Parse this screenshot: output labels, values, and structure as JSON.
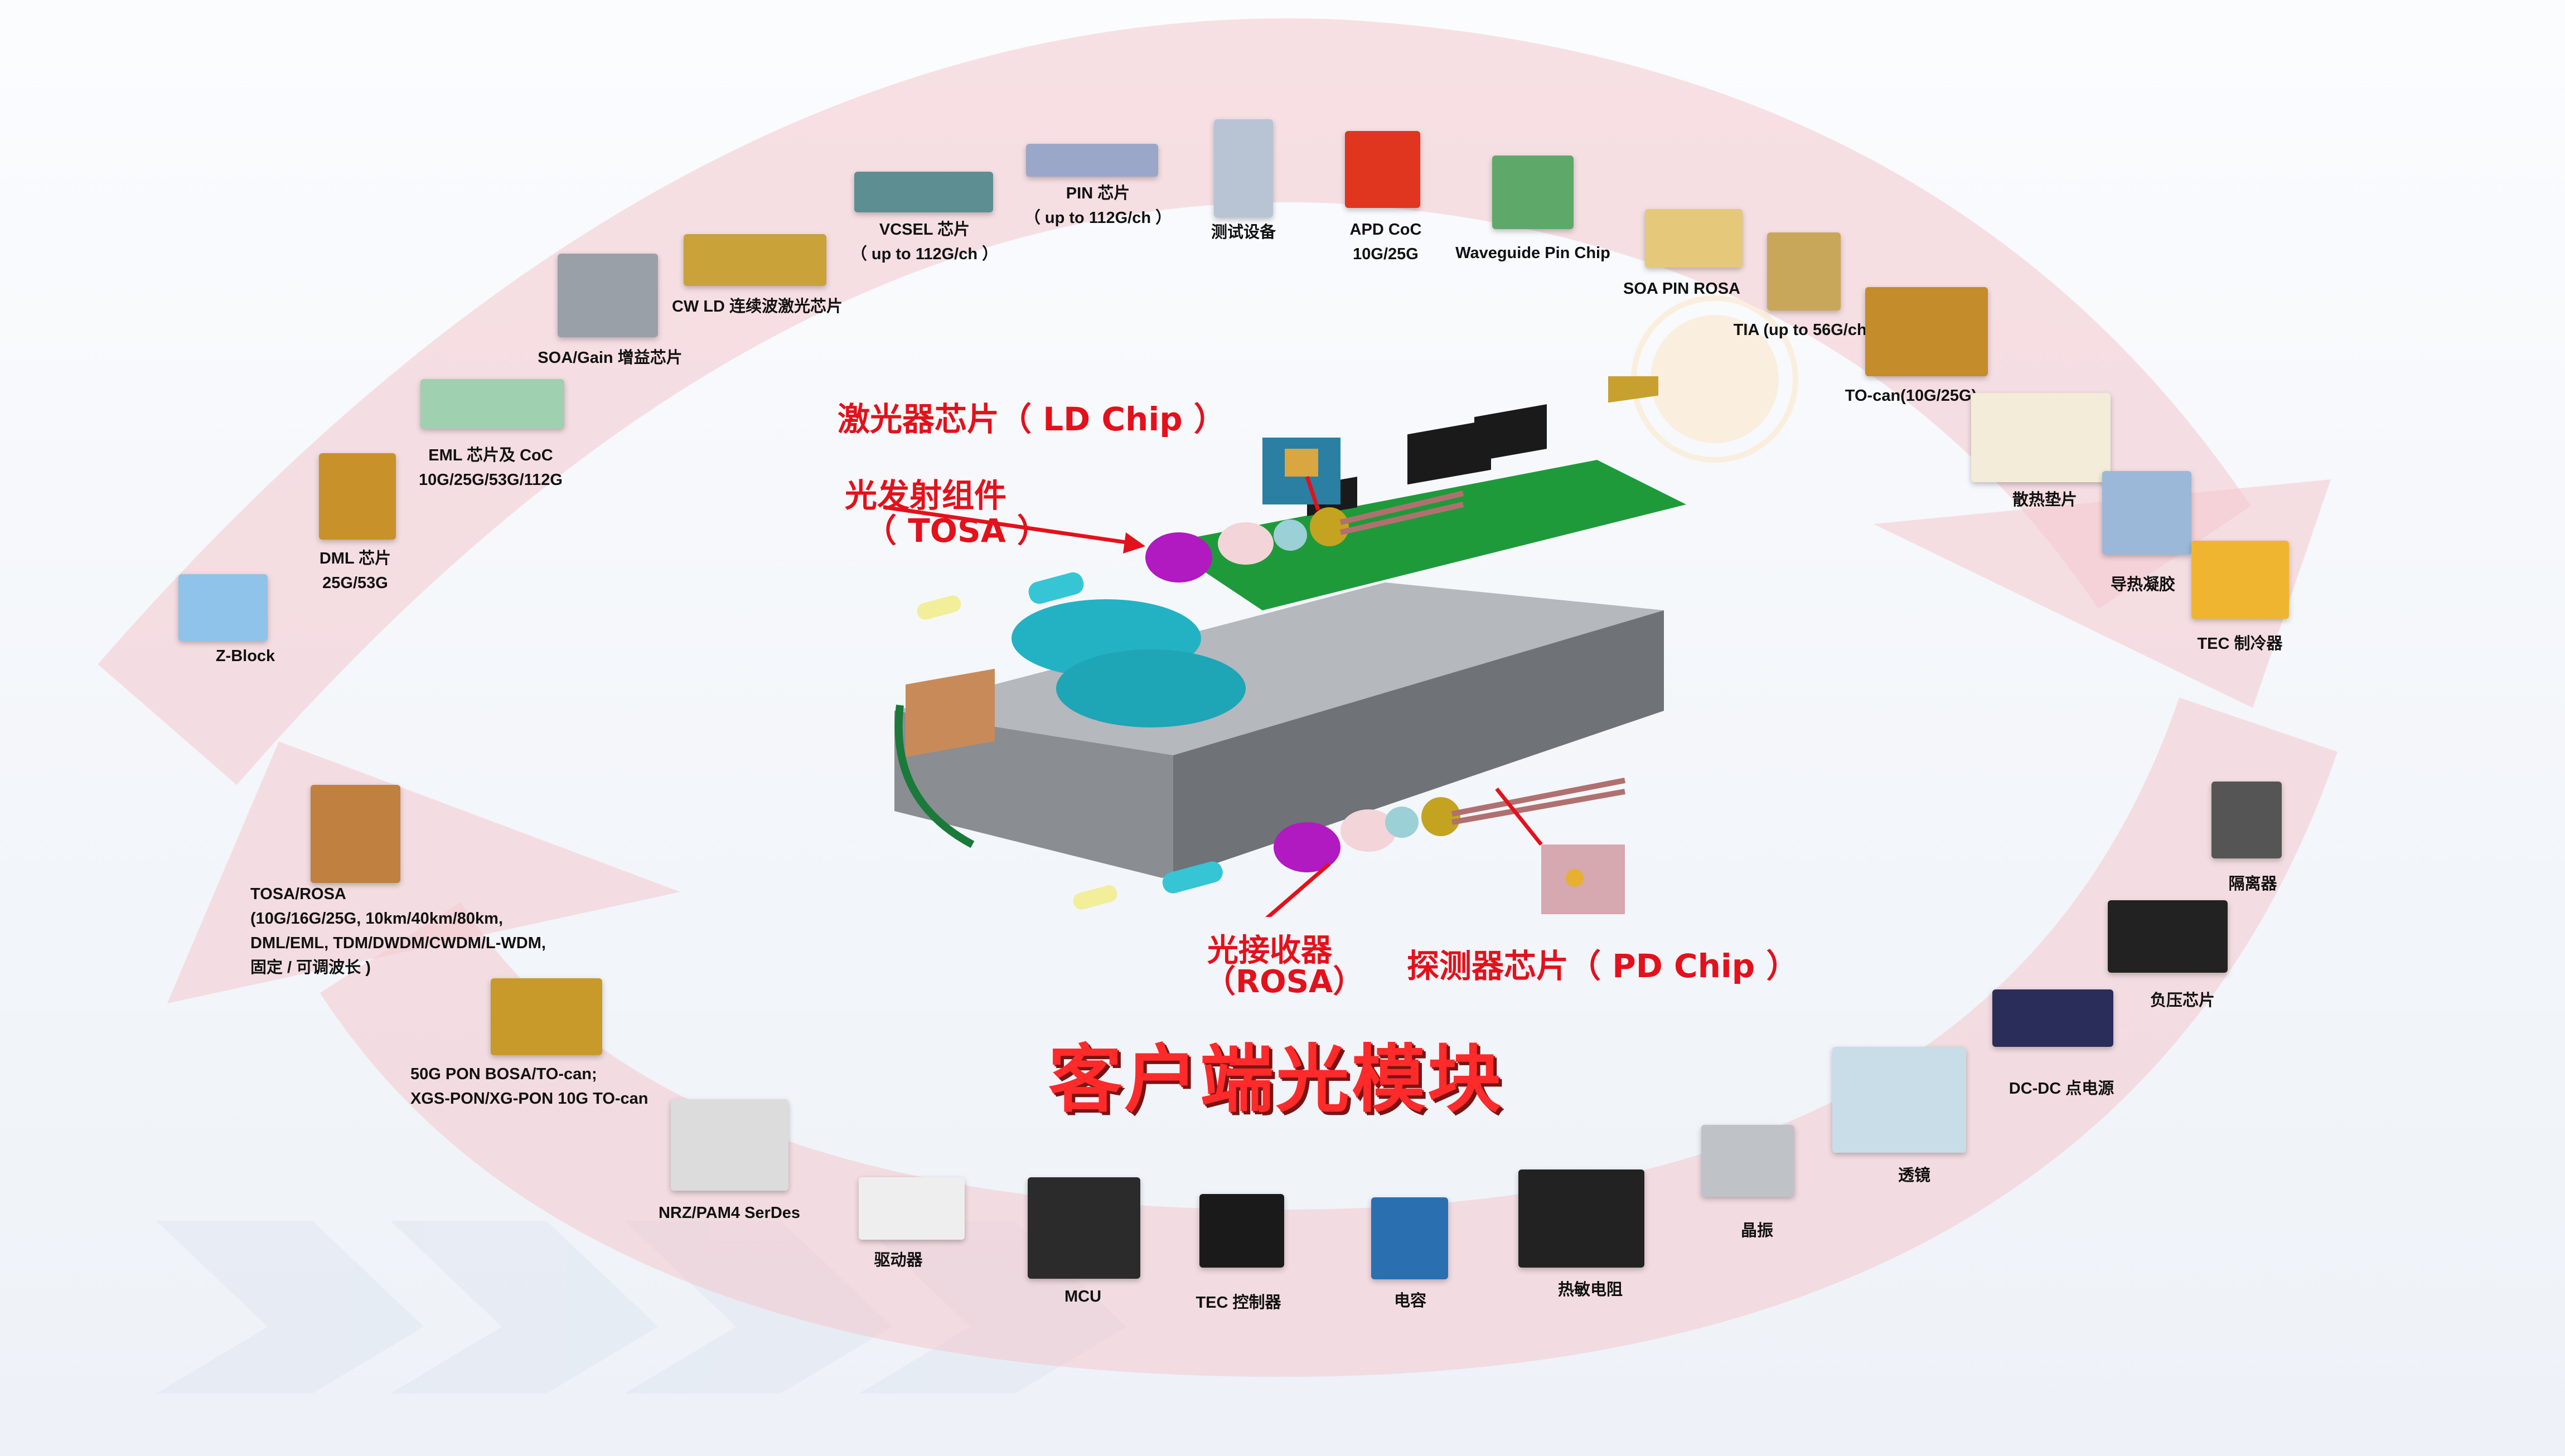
{
  "title": "客户端光模块",
  "callouts": {
    "ld_chip": "激光器芯片（ LD Chip ）",
    "tosa_line1": "光发射组件",
    "tosa_line2": "（ TOSA ）",
    "rosa_line1": "光接收器",
    "rosa_line2": "（ROSA）",
    "pd_chip": "探测器芯片（ PD Chip ）"
  },
  "components": [
    {
      "id": "z-block",
      "lines": [
        "Z-Block"
      ]
    },
    {
      "id": "dml-chip",
      "lines": [
        "DML 芯片",
        "25G/53G"
      ]
    },
    {
      "id": "eml-chip",
      "lines": [
        "EML 芯片及 CoC",
        "10G/25G/53G/112G"
      ]
    },
    {
      "id": "soa-gain-chip",
      "lines": [
        "SOA/Gain 增益芯片"
      ]
    },
    {
      "id": "cw-ld-chip",
      "lines": [
        "CW LD 连续波激光芯片"
      ]
    },
    {
      "id": "vcsel-chip",
      "lines": [
        "VCSEL 芯片",
        "（ up to 112G/ch ）"
      ]
    },
    {
      "id": "pin-chip",
      "lines": [
        "PIN 芯片",
        "（ up to 112G/ch ）"
      ]
    },
    {
      "id": "test-equipment",
      "lines": [
        "测试设备"
      ]
    },
    {
      "id": "apd-coc",
      "lines": [
        "APD CoC",
        "10G/25G"
      ]
    },
    {
      "id": "waveguide-pin-chip",
      "lines": [
        "Waveguide Pin Chip"
      ]
    },
    {
      "id": "soa-pin-rosa",
      "lines": [
        "SOA PIN ROSA"
      ]
    },
    {
      "id": "tia",
      "lines": [
        "TIA (up to 56G/ch)"
      ]
    },
    {
      "id": "to-can",
      "lines": [
        "TO-can(10G/25G)"
      ]
    },
    {
      "id": "thermal-pad",
      "lines": [
        "散热垫片"
      ]
    },
    {
      "id": "thermal-gel",
      "lines": [
        "导热凝胶"
      ]
    },
    {
      "id": "tec-cooler",
      "lines": [
        "TEC 制冷器"
      ]
    },
    {
      "id": "isolator",
      "lines": [
        "隔离器"
      ]
    },
    {
      "id": "negative-voltage-chip",
      "lines": [
        "负压芯片"
      ]
    },
    {
      "id": "dc-dc-power",
      "lines": [
        "DC-DC 点电源"
      ]
    },
    {
      "id": "lens",
      "lines": [
        "透镜"
      ]
    },
    {
      "id": "crystal-oscillator",
      "lines": [
        "晶振"
      ]
    },
    {
      "id": "thermistor",
      "lines": [
        "热敏电阻"
      ]
    },
    {
      "id": "capacitor",
      "lines": [
        "电容"
      ]
    },
    {
      "id": "tec-controller",
      "lines": [
        "TEC 控制器"
      ]
    },
    {
      "id": "mcu",
      "lines": [
        "MCU"
      ]
    },
    {
      "id": "driver",
      "lines": [
        "驱动器"
      ]
    },
    {
      "id": "serdes",
      "lines": [
        "NRZ/PAM4 SerDes"
      ]
    },
    {
      "id": "pon-bosa",
      "lines": [
        "50G PON BOSA/TO-can;",
        "XGS-PON/XG-PON 10G TO-can"
      ]
    },
    {
      "id": "tosa-rosa",
      "lines": [
        "TOSA/ROSA",
        "(10G/16G/25G, 10km/40km/80km, DML/EML, TDM/DWDM/CWDM/L-WDM, 固定 / 可调波长 )"
      ]
    }
  ],
  "colors": {
    "callout_red": "#e3111b",
    "band_pink": "#f7d9dc",
    "title_red": "#ff2a2a"
  }
}
